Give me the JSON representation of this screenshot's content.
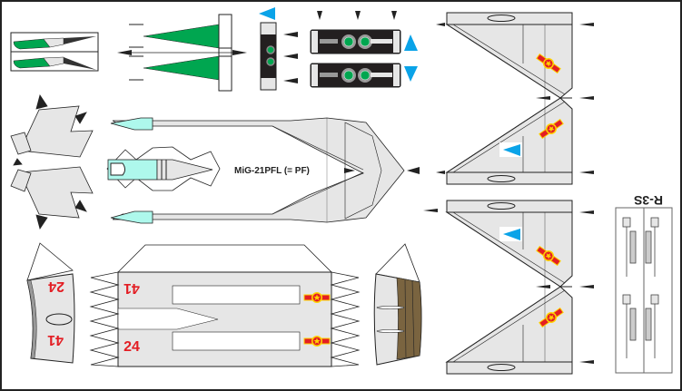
{
  "title": "MiG-21PFL (= PF)",
  "missile_label": "R-3S",
  "tail_numbers": {
    "upper": "24",
    "lower": "41",
    "fuselage_top": "41",
    "fuselage_bottom": "24"
  },
  "colors": {
    "panel_grey": "#e6e6e6",
    "outline": "#222222",
    "canopy_cyan": "#aef8ec",
    "green": "#00a650",
    "dark_panel": "#231f20",
    "marker_blue": "#0aa3e8",
    "roundel_red": "#e31e24",
    "roundel_yellow": "#ffd400",
    "exhaust_brown": "#7a6440",
    "number_red": "#e31e24"
  },
  "parts": [
    {
      "id": "intake-cone-halves",
      "label": "Intake cone halves"
    },
    {
      "id": "tail-fins-green",
      "label": "Green tail fins"
    },
    {
      "id": "cockpit-panel-vertical",
      "label": "Cockpit panel vertical"
    },
    {
      "id": "cockpit-panel-upper",
      "label": "Cockpit panel upper"
    },
    {
      "id": "cockpit-panel-lower",
      "label": "Cockpit panel lower"
    },
    {
      "id": "upper-wing-panel",
      "label": "Upper wing panel"
    },
    {
      "id": "lower-wing-panel",
      "label": "Lower wing panel"
    },
    {
      "id": "stabilizers",
      "label": "Horizontal stabilizers"
    },
    {
      "id": "main-fuselage",
      "label": "Main fuselage outline"
    },
    {
      "id": "nose-section",
      "label": "Nose section"
    },
    {
      "id": "fuselage-belly",
      "label": "Fuselage belly panel"
    },
    {
      "id": "nose-ring",
      "label": "Nose ring with numbers"
    },
    {
      "id": "exhaust-ring",
      "label": "Exhaust ring"
    },
    {
      "id": "missiles-r3s",
      "label": "R-3S missiles"
    }
  ]
}
